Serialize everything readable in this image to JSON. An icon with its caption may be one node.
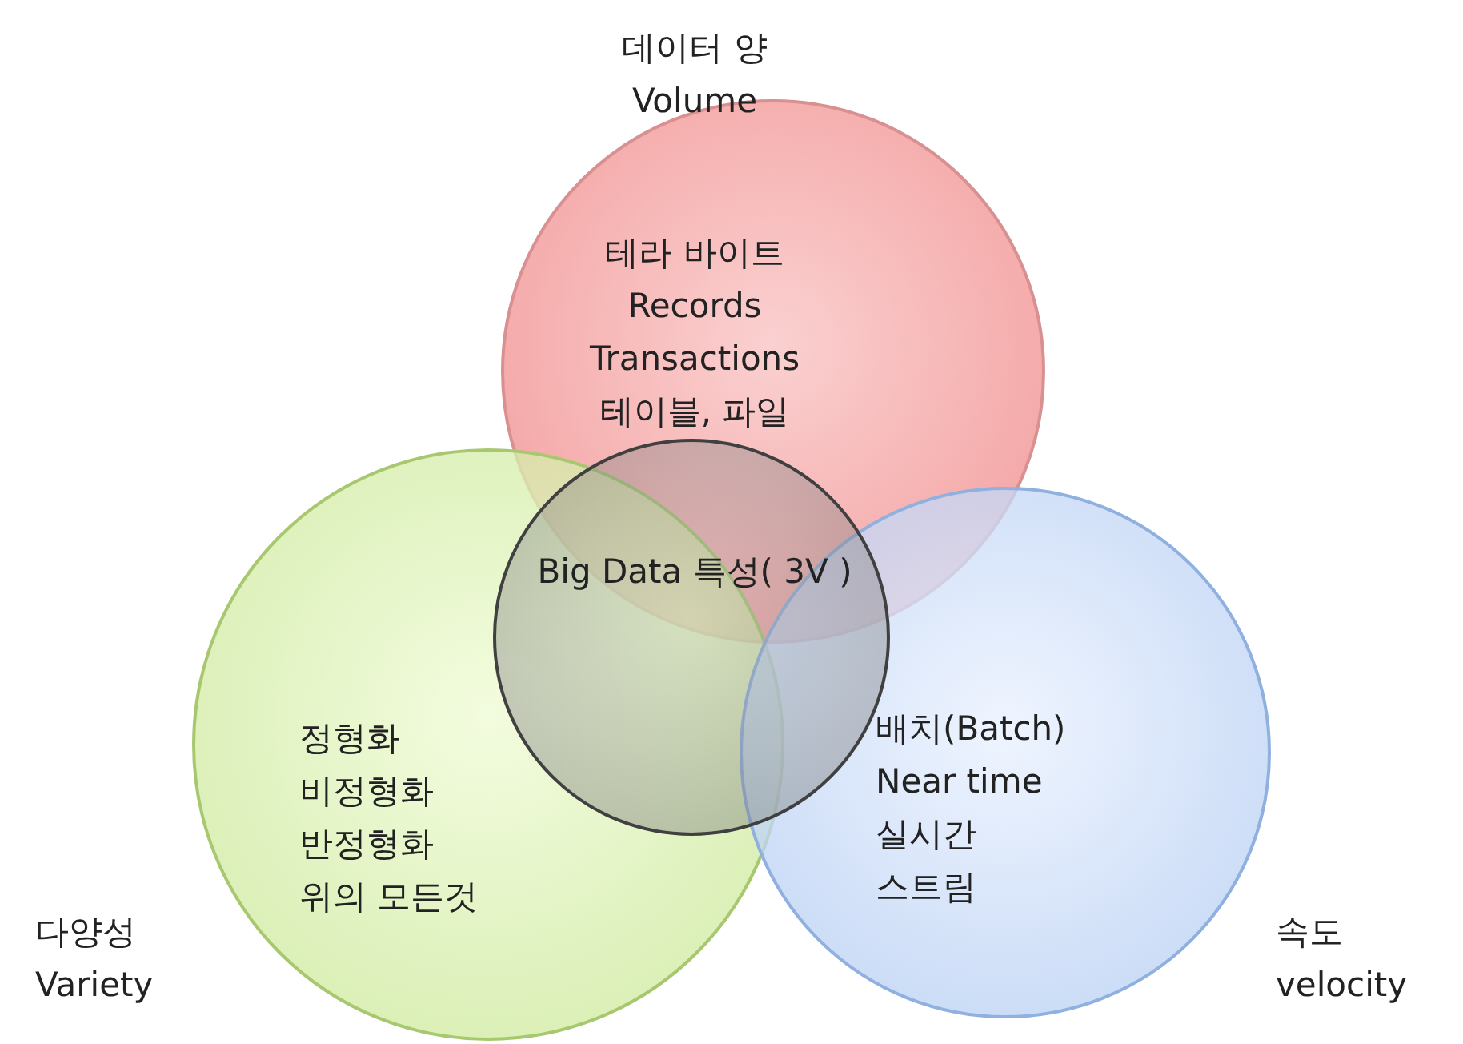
{
  "diagram": {
    "nodes": [
      {
        "text": [
          "데이터 양 Volume",
          "테라 바이트",
          "Records",
          "Transactions",
          "테이블, 파일"
        ]
      },
      {
        "text": [
          "다양성 Variety",
          "정형화",
          "비정형화",
          "반정형화",
          "위의 모든것"
        ]
      },
      {
        "text": [
          "속도 velocity",
          "배치(Batch)",
          "Near time",
          "실시간",
          "스트림"
        ]
      },
      {
        "text": [
          "Big Data 특성( 3V )"
        ]
      }
    ]
  }
}
